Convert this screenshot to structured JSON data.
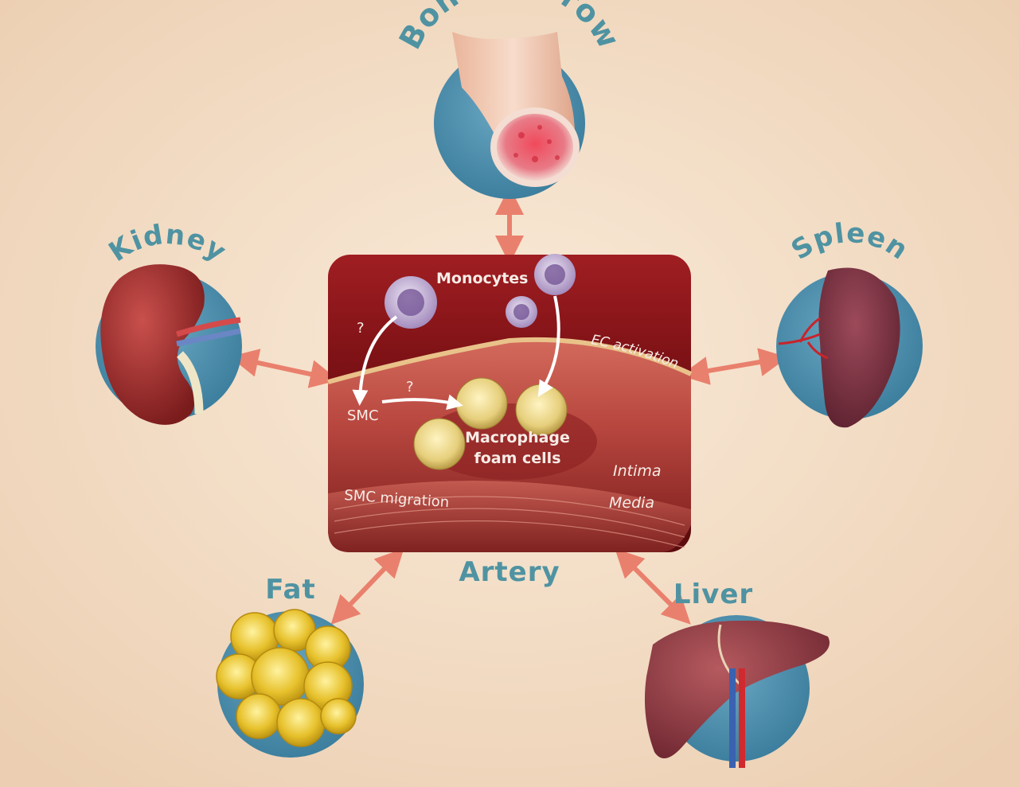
{
  "organs": {
    "bone_marrow": "Bone marrow",
    "kidney": "Kidney",
    "spleen": "Spleen",
    "fat": "Fat",
    "liver": "Liver",
    "artery": "Artery"
  },
  "artery_panel": {
    "monocytes": "Monocytes",
    "ec_activation": "EC activation",
    "smc": "SMC",
    "question_1": "?",
    "question_2": "?",
    "macrophage_line1": "Macrophage",
    "macrophage_line2": "foam cells",
    "intima": "Intima",
    "media": "Media",
    "smc_migration": "SMC migration"
  },
  "colors": {
    "background": "#f3dcc3",
    "title_teal": "#4f93a2",
    "circle_blue": "#4a8fae",
    "arrow_salmon": "#e9806d",
    "panel_red": "#8c1a1d"
  }
}
